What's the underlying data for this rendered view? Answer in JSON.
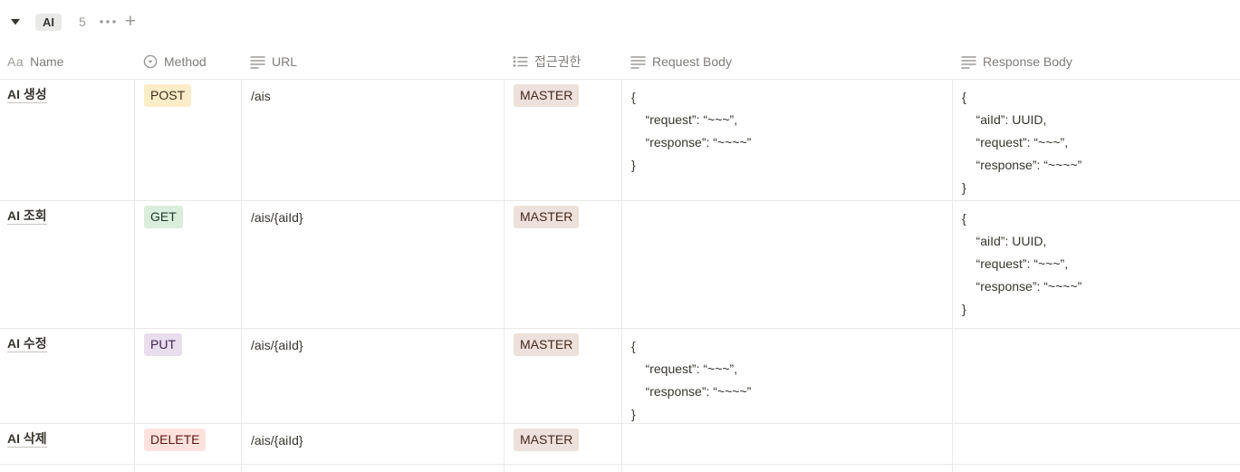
{
  "toolbar": {
    "collapse_icon": "triangle-down",
    "title": "AI",
    "count": "5",
    "more_icon": "ellipsis",
    "add_icon": "plus"
  },
  "table": {
    "columns": [
      {
        "label": "Name",
        "icon": "title-icon"
      },
      {
        "label": "Method",
        "icon": "select-icon"
      },
      {
        "label": "URL",
        "icon": "text-icon"
      },
      {
        "label": "접근권한",
        "icon": "list-icon"
      },
      {
        "label": "Request Body",
        "icon": "text-icon"
      },
      {
        "label": "Response Body",
        "icon": "text-icon"
      }
    ],
    "rows": [
      {
        "name": "AI 생성",
        "method": {
          "label": "POST",
          "bg": "#fdecc8",
          "color": "#402c1b"
        },
        "url": "/ais",
        "permission": {
          "label": "MASTER",
          "bg": "#eee0da",
          "color": "#442a1e"
        },
        "request_body": "{\n    “request”: “~~~”,\n    “response”: “~~~~”\n}",
        "response_body": "{\n    “aiId”: UUID,\n    “request”: “~~~”,\n    “response”: “~~~~”\n}"
      },
      {
        "name": "AI 조회",
        "method": {
          "label": "GET",
          "bg": "#dbeddb",
          "color": "#1c3829"
        },
        "url": "/ais/{aiId}",
        "permission": {
          "label": "MASTER",
          "bg": "#eee0da",
          "color": "#442a1e"
        },
        "request_body": "",
        "response_body": "{\n    “aiId”: UUID,\n    “request”: “~~~”,\n    “response”: “~~~~”\n}"
      },
      {
        "name": "AI 수정",
        "method": {
          "label": "PUT",
          "bg": "#e8deee",
          "color": "#412454"
        },
        "url": "/ais/{aiId}",
        "permission": {
          "label": "MASTER",
          "bg": "#eee0da",
          "color": "#442a1e"
        },
        "request_body": "{\n    “request”: “~~~”,\n    “response”: “~~~~”\n}",
        "response_body": ""
      },
      {
        "name": "AI 삭제",
        "method": {
          "label": "DELETE",
          "bg": "#ffe2dd",
          "color": "#5d1715"
        },
        "url": "/ais/{aiId}",
        "permission": {
          "label": "MASTER",
          "bg": "#eee0da",
          "color": "#442a1e"
        },
        "request_body": "",
        "response_body": ""
      }
    ]
  }
}
